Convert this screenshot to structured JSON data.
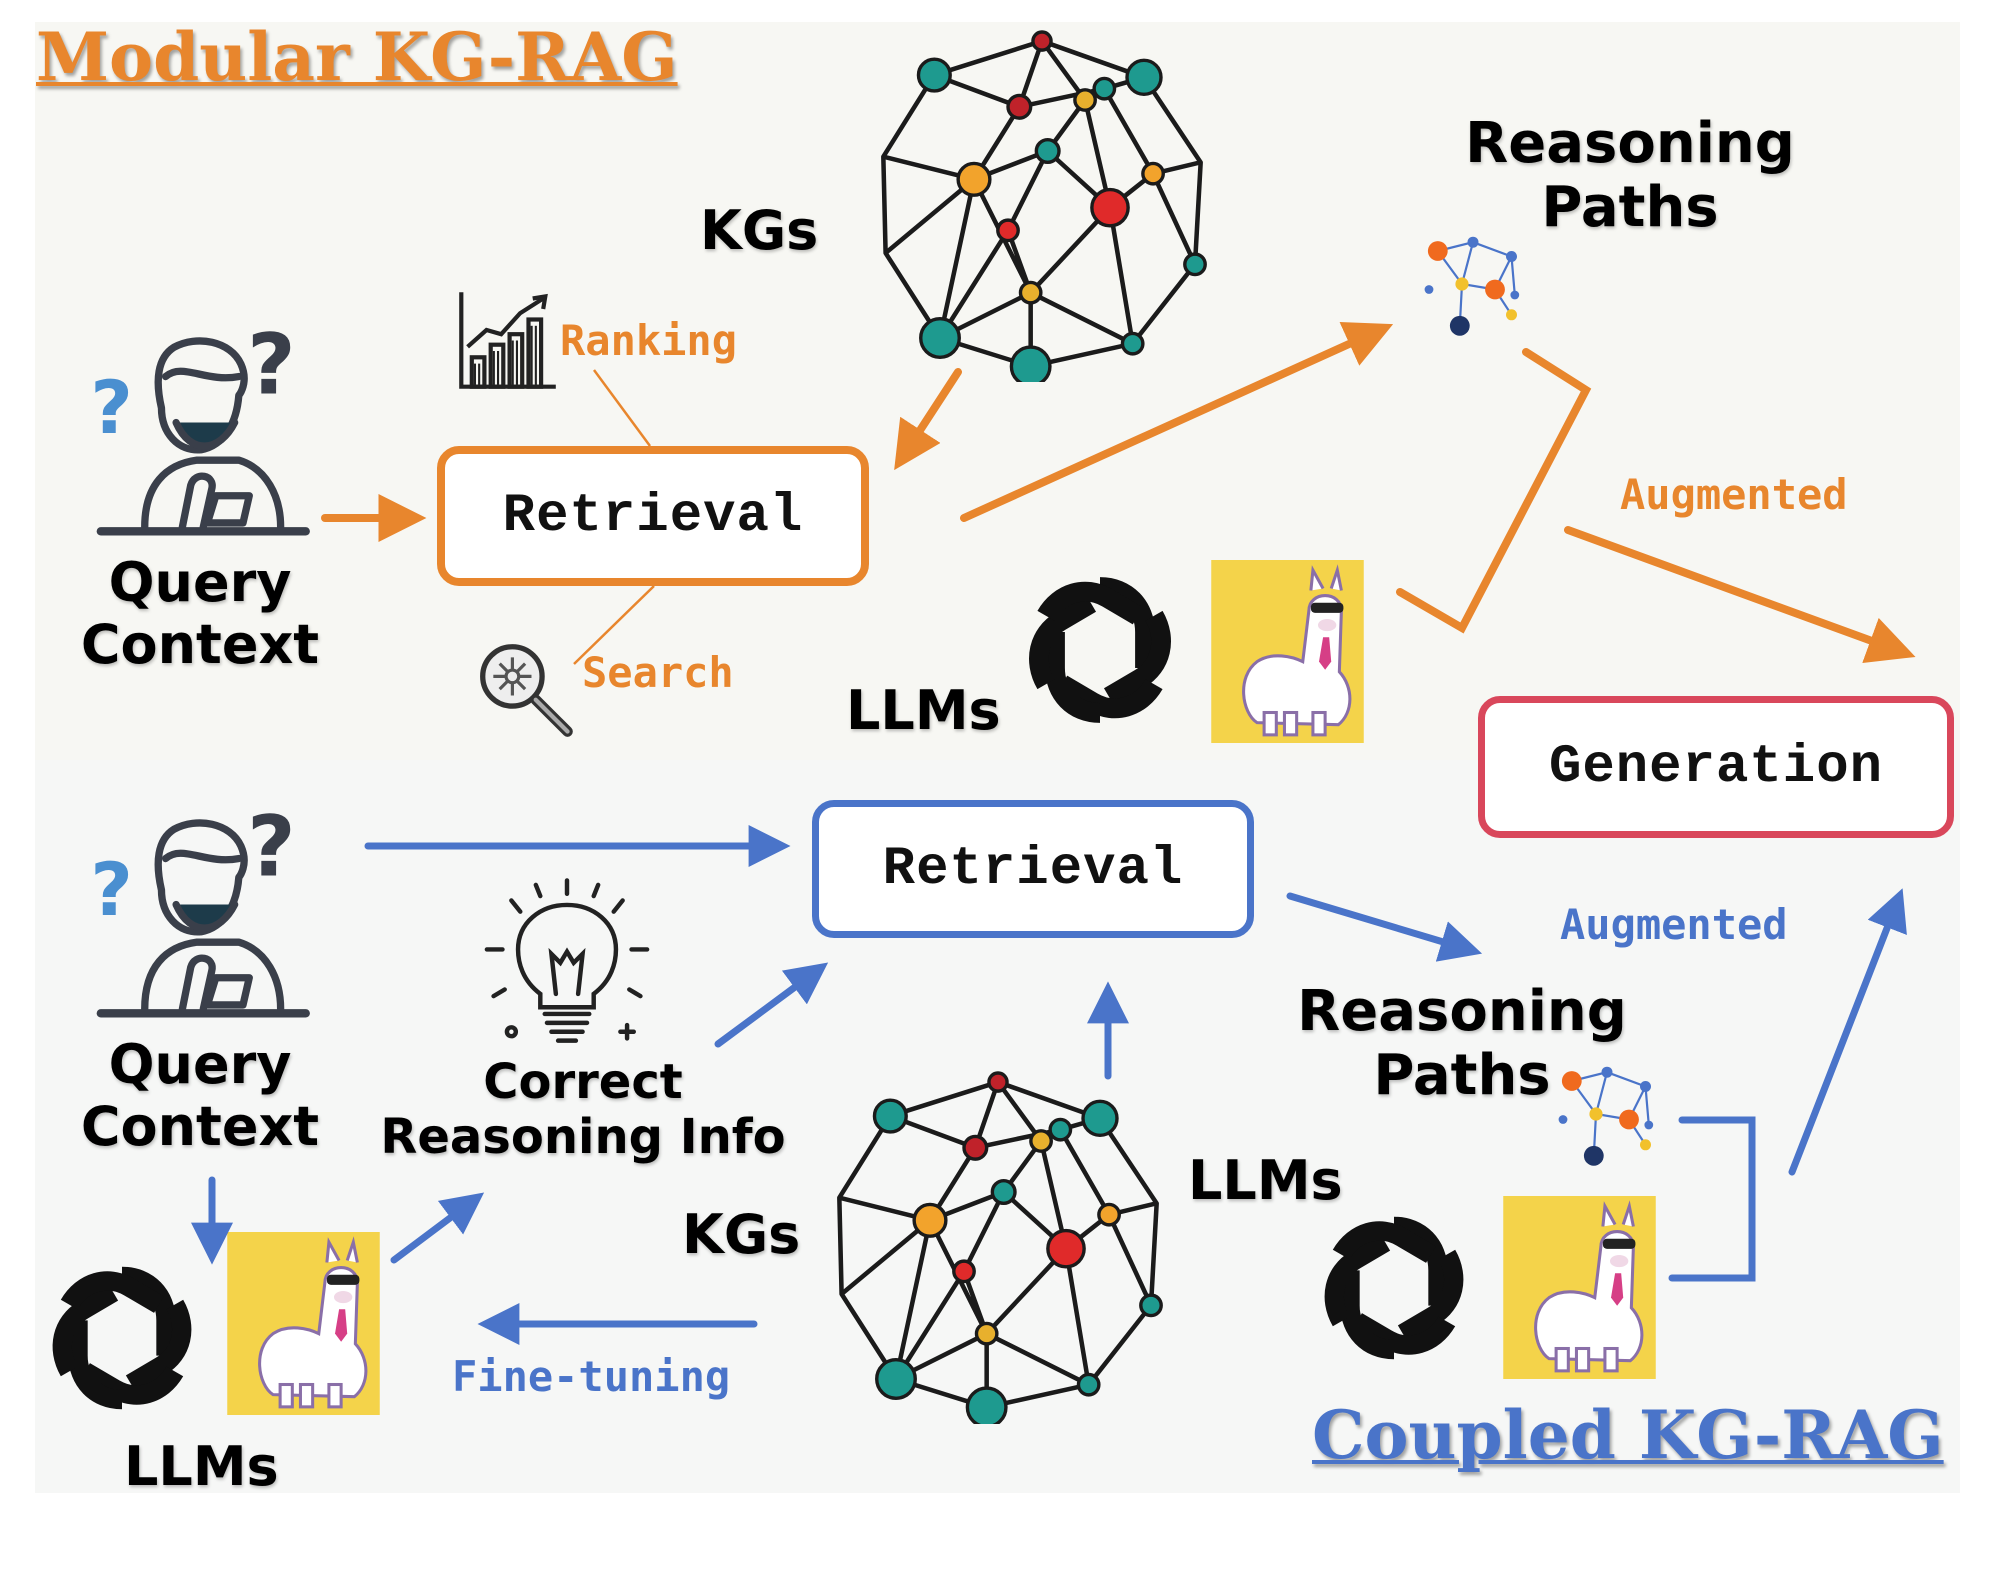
{
  "colors": {
    "modular": "#e8862d",
    "coupled": "#4a74c9",
    "generation": "#d9475b",
    "teal": "#1e9a8f",
    "red": "#e02a2a",
    "gold": "#f2a32c"
  },
  "modular": {
    "title": "Modular KG-RAG",
    "query_context": "Query\nContext",
    "retrieval": "Retrieval",
    "ranking": "Ranking",
    "search": "Search",
    "kgs": "KGs",
    "reasoning_paths": "Reasoning\nPaths",
    "augmented": "Augmented",
    "llms": "LLMs"
  },
  "generation": "Generation",
  "coupled": {
    "title": "Coupled KG-RAG",
    "query_context": "Query\nContext",
    "retrieval": "Retrieval",
    "correct_reasoning_info": "Correct\nReasoning Info",
    "kgs": "KGs",
    "fine_tuning": "Fine-tuning",
    "reasoning_paths": "Reasoning\nPaths",
    "augmented": "Augmented",
    "llms_left": "LLMs",
    "llms_right": "LLMs"
  },
  "icons": {
    "person": "thinking-person-icon",
    "kg": "knowledge-graph-icon",
    "chart": "bar-chart-icon",
    "magnifier": "magnifier-icon",
    "bulb": "lightbulb-icon",
    "openai": "openai-logo-icon",
    "llama": "llama-mascot-icon",
    "mini_graph": "reasoning-graph-icon"
  }
}
